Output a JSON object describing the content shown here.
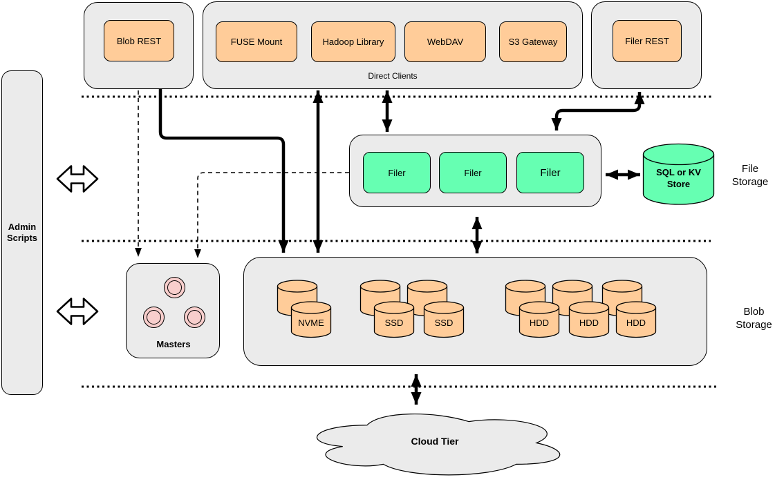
{
  "colors": {
    "container_gray": "#ebebeb",
    "client_orange": "#ffcc99",
    "filer_green": "#66ffb2",
    "master_pink": "#f8cecc",
    "line_black": "#000000"
  },
  "admin_scripts": {
    "label": "Admin\nScripts"
  },
  "top": {
    "blob_rest": "Blob REST",
    "direct_clients_label": "Direct Clients",
    "clients": [
      "FUSE Mount",
      "Hadoop Library",
      "WebDAV",
      "S3 Gateway"
    ],
    "filer_rest": "Filer REST"
  },
  "file_storage": {
    "section_label": "File\nStorage",
    "filers": [
      "Filer",
      "Filer",
      "Filer"
    ],
    "store_label": "SQL or KV\nStore"
  },
  "blob_storage": {
    "section_label": "Blob\nStorage",
    "masters_label": "Masters",
    "nvme": [
      "NVME"
    ],
    "ssd": [
      "SSD",
      "SSD"
    ],
    "hdd": [
      "HDD",
      "HDD",
      "HDD"
    ]
  },
  "cloud": {
    "label": "Cloud Tier"
  }
}
